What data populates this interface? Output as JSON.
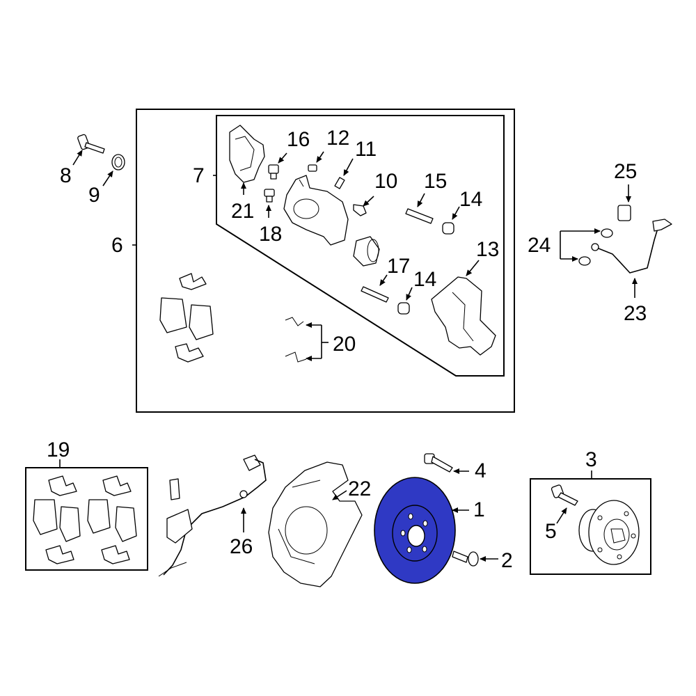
{
  "colors": {
    "highlight": "#2f39c4",
    "line": "#000000",
    "background": "#ffffff"
  },
  "callouts": {
    "c1": "1",
    "c2": "2",
    "c3": "3",
    "c4": "4",
    "c5": "5",
    "c6": "6",
    "c7": "7",
    "c8": "8",
    "c9": "9",
    "c10": "10",
    "c11": "11",
    "c12": "12",
    "c13": "13",
    "c14a": "14",
    "c14b": "14",
    "c15": "15",
    "c16": "16",
    "c17": "17",
    "c18": "18",
    "c19": "19",
    "c20": "20",
    "c21": "21",
    "c22": "22",
    "c23": "23",
    "c24": "24",
    "c25": "25",
    "c26": "26"
  },
  "highlighted_part": "1"
}
